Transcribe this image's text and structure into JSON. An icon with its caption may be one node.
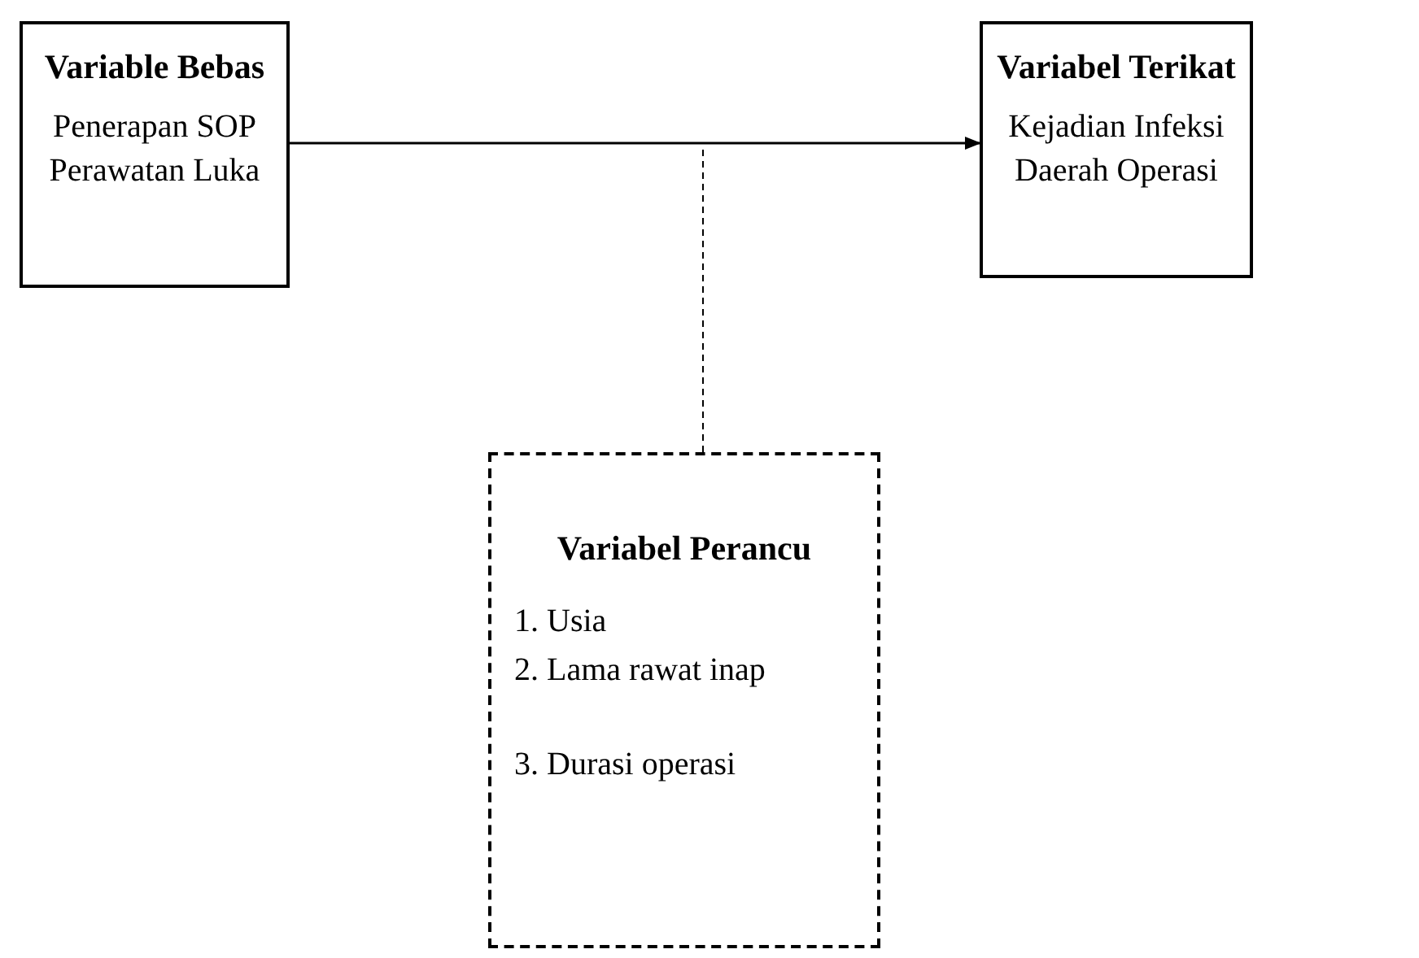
{
  "diagram": {
    "nodes": [
      {
        "text": [
          "Variable Bebas",
          "Penerapan SOP Perawatan Luka"
        ]
      },
      {
        "text": [
          "Variabel Terikat",
          "Kejadian Infeksi Daerah Operasi"
        ]
      },
      {
        "text": [
          "Variabel Perancu",
          "1. Usia",
          "2. Lama rawat inap",
          "3. Durasi operasi"
        ]
      }
    ],
    "edges": [
      {
        "from": 0,
        "to": 1,
        "arrow": "to"
      },
      {
        "from": 2,
        "to": null,
        "arrow": "none",
        "style": "dashed"
      }
    ]
  }
}
